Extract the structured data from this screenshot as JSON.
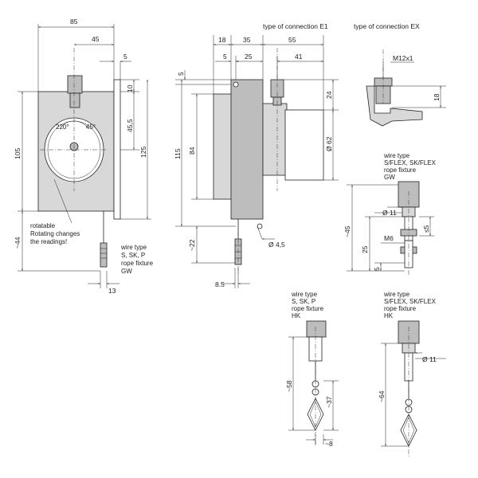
{
  "headings": {
    "conn_e1": "type of connection E1",
    "conn_ex": "type of connection EX"
  },
  "labels": {
    "rotatable": [
      "rotatable",
      "Rotating changes",
      "the readings!"
    ],
    "angle_220": "220°",
    "angle_45": "45°",
    "wire_front": [
      "wire type",
      "S, SK, P",
      "rope fixture",
      "GW"
    ],
    "wire_gw": [
      "wire type",
      "S/FLEX, SK/FLEX",
      "rope fixture",
      "GW"
    ],
    "wire_hk_left": [
      "wire type",
      "S, SK, P",
      "rope fixture",
      "HK"
    ],
    "wire_hk_right": [
      "wire type",
      "S/FLEX, SK/FLEX",
      "rope fixture",
      "HK"
    ]
  },
  "dims": {
    "d85": "85",
    "d45": "45",
    "d5a": "5",
    "d10": "10",
    "d45_5": "45,5",
    "d105": "105",
    "d125": "125",
    "d44": "~44",
    "d13": "13",
    "d18": "18",
    "d35": "35",
    "d55": "55",
    "d5b": "5",
    "d25": "25",
    "d41": "41",
    "d5c": "5",
    "d24": "24",
    "d115": "115",
    "d84": "84",
    "d62": "Ø 62",
    "d22": "~22",
    "d4_5": "Ø 4,5",
    "d8_5": "8.5",
    "m12": "M12x1",
    "d18b": "18",
    "d11a": "Ø 11",
    "d45b": "~45",
    "d5d": "≤5",
    "m6": "M6",
    "d25b": "25",
    "d5e": "5",
    "d58": "~58",
    "d37": "~37",
    "d8": "~8",
    "d11b": "Ø 11",
    "d64": "~64"
  }
}
